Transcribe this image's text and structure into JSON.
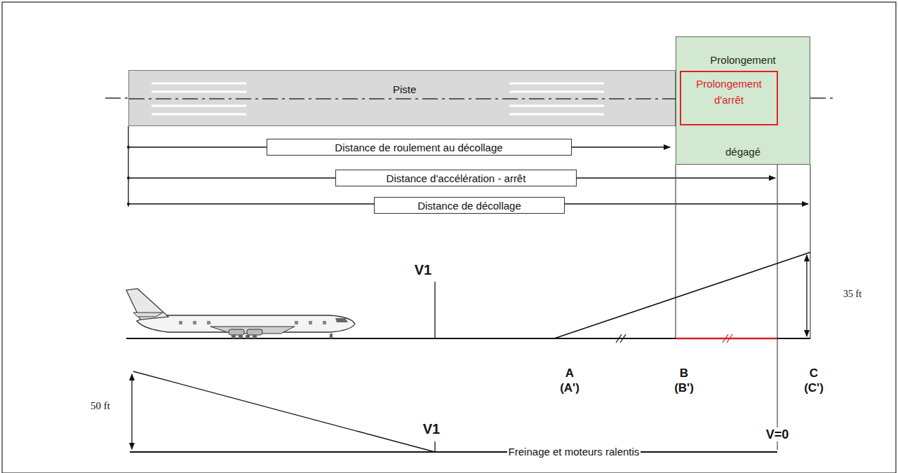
{
  "diagram": {
    "nodes": [
      {
        "text": [
          "Piste"
        ]
      },
      {
        "text": [
          "Prolongement",
          "dégagé"
        ]
      },
      {
        "text": [
          "Prolongement d'arrêt"
        ],
        "in": 1
      },
      {
        "text": [
          "Distance de roulement au décollage"
        ]
      },
      {
        "text": [
          "Distance d'accélération - arrêt"
        ]
      },
      {
        "text": [
          "Distance de décollage"
        ]
      }
    ],
    "labels": [
      "V1",
      "A",
      "(A')",
      "B",
      "(B')",
      "C",
      "(C')",
      "35 ft",
      "50 ft",
      "V1",
      "V=0",
      "Freinage et moteurs ralentis"
    ]
  }
}
